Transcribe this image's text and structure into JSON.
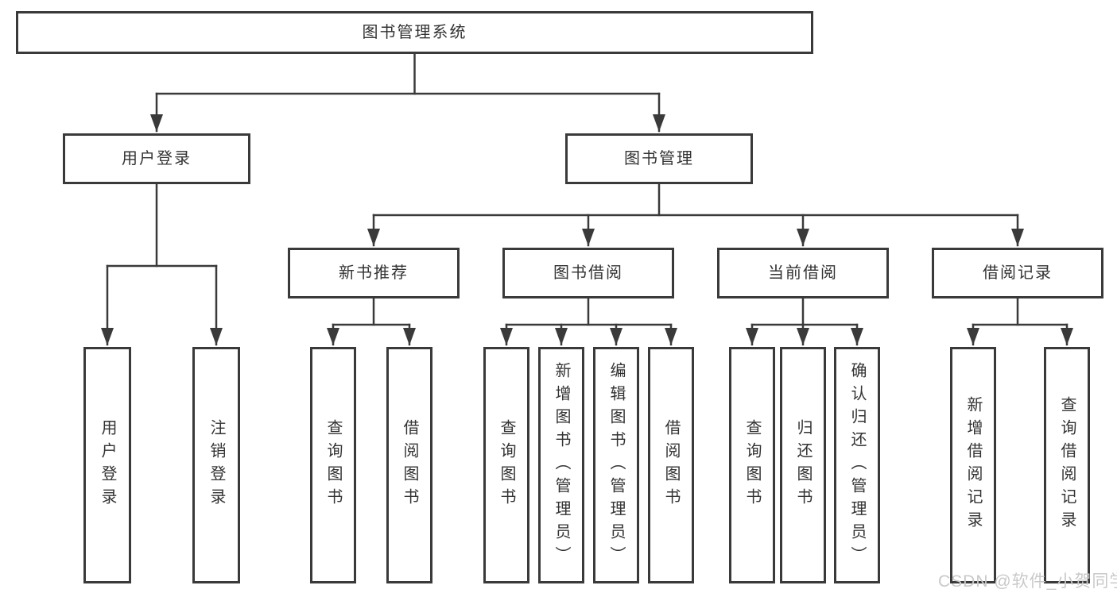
{
  "diagram_type": "hierarchy-tree",
  "nodes": {
    "root": "图书管理系统",
    "user_login_branch": "用户登录",
    "book_mgmt_branch": "图书管理",
    "new_books": "新书推荐",
    "book_borrow": "图书借阅",
    "current_borrow": "当前借阅",
    "borrow_records": "借阅记录",
    "login": "用户登录",
    "logout": "注销登录",
    "nb_query_books": "查询图书",
    "nb_borrow_books": "借阅图书",
    "bb_query_books": "查询图书",
    "bb_add_books_admin": "新增图书（管理员）",
    "bb_edit_books_admin": "编辑图书（管理员）",
    "bb_borrow_books": "借阅图书",
    "cb_query_books": "查询图书",
    "cb_return_books": "归还图书",
    "cb_confirm_return_admin": "确认归还（管理员）",
    "rec_add_record": "新增借阅记录",
    "rec_query_record": "查询借阅记录"
  },
  "watermark": "CSDN @软件_小贺同学",
  "colors": {
    "line": "#3a3a3a",
    "box_border": "#3a3a3a",
    "box_fill": "#ffffff",
    "text": "#333333",
    "watermark": "#c9c9c9",
    "background": "#ffffff"
  }
}
